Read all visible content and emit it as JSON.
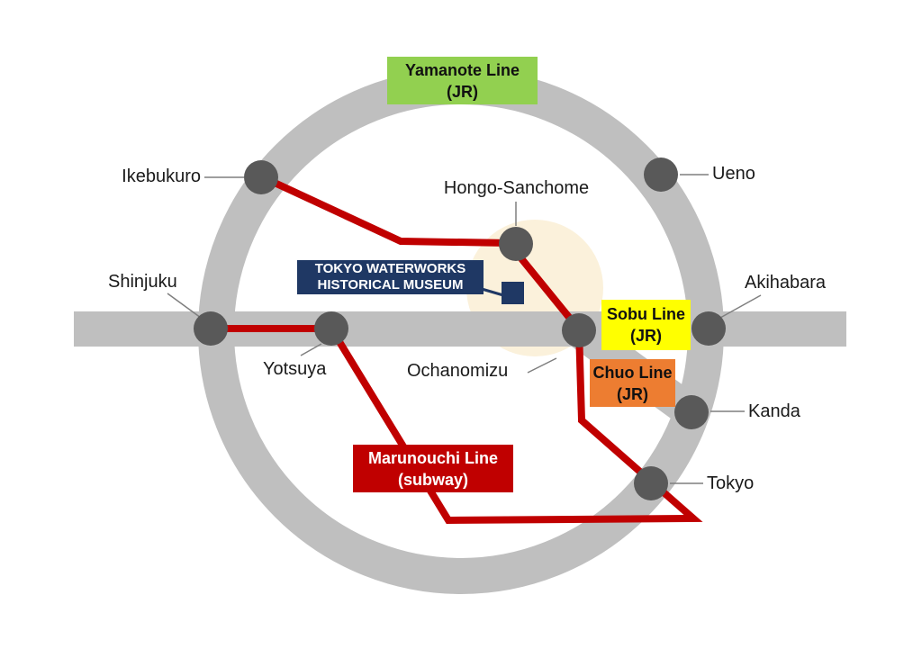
{
  "diagram_type": "transit-map",
  "lines": {
    "yamanote": {
      "label": "Yamanote Line",
      "suffix": "(JR)",
      "color": "#92D050"
    },
    "sobu": {
      "label": "Sobu Line",
      "suffix": "(JR)",
      "color": "#FFFF00"
    },
    "chuo": {
      "label": "Chuo Line",
      "suffix": "(JR)",
      "color": "#ED7D31"
    },
    "marunouchi": {
      "label": "Marunouchi Line",
      "suffix": "(subway)",
      "color": "#C00000"
    }
  },
  "museum": {
    "label_line1": "TOKYO WATERWORKS",
    "label_line2": "HISTORICAL MUSEUM",
    "color": "#1F3864"
  },
  "stations": {
    "ikebukuro": "Ikebukuro",
    "ueno": "Ueno",
    "hongo_sanchome": "Hongo-Sanchome",
    "shinjuku": "Shinjuku",
    "yotsuya": "Yotsuya",
    "ochanomizu": "Ochanomizu",
    "akihabara": "Akihabara",
    "kanda": "Kanda",
    "tokyo": "Tokyo"
  },
  "palette": {
    "track_gray": "#BFBFBF",
    "station_dot_gray": "#595959",
    "leader_line_gray": "#7F7F7F",
    "highlight_cream": "#FBF1DB",
    "marunouchi_red": "#C00000",
    "museum_navy": "#1F3864",
    "background": "#FFFFFF"
  }
}
